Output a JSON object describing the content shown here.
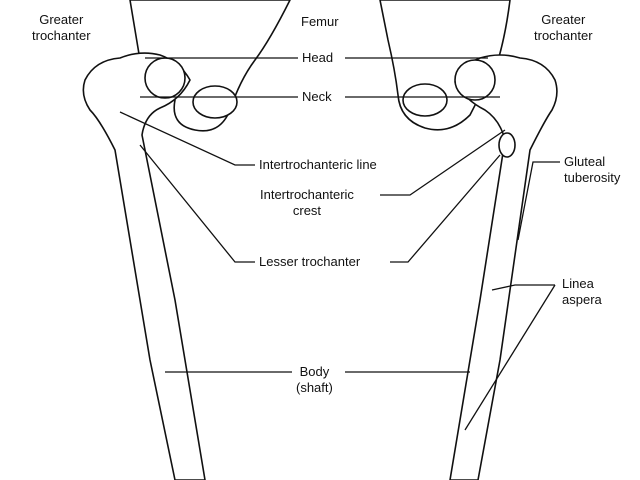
{
  "labels": {
    "greater_trochanter_left": [
      "Greater",
      "trochanter"
    ],
    "greater_trochanter_right": [
      "Greater",
      "trochanter"
    ],
    "femur": "Femur",
    "head": "Head",
    "neck": "Neck",
    "intertrochanteric_line": "Intertrochanteric line",
    "intertrochanteric_crest": [
      "Intertrochanteric",
      "crest"
    ],
    "gluteal_tuberosity": [
      "Gluteal",
      "tuberosity"
    ],
    "lesser_trochanter": "Lesser trochanter",
    "linea_aspera": [
      "Linea",
      "aspera"
    ],
    "body": [
      "Body",
      "(shaft)"
    ]
  }
}
